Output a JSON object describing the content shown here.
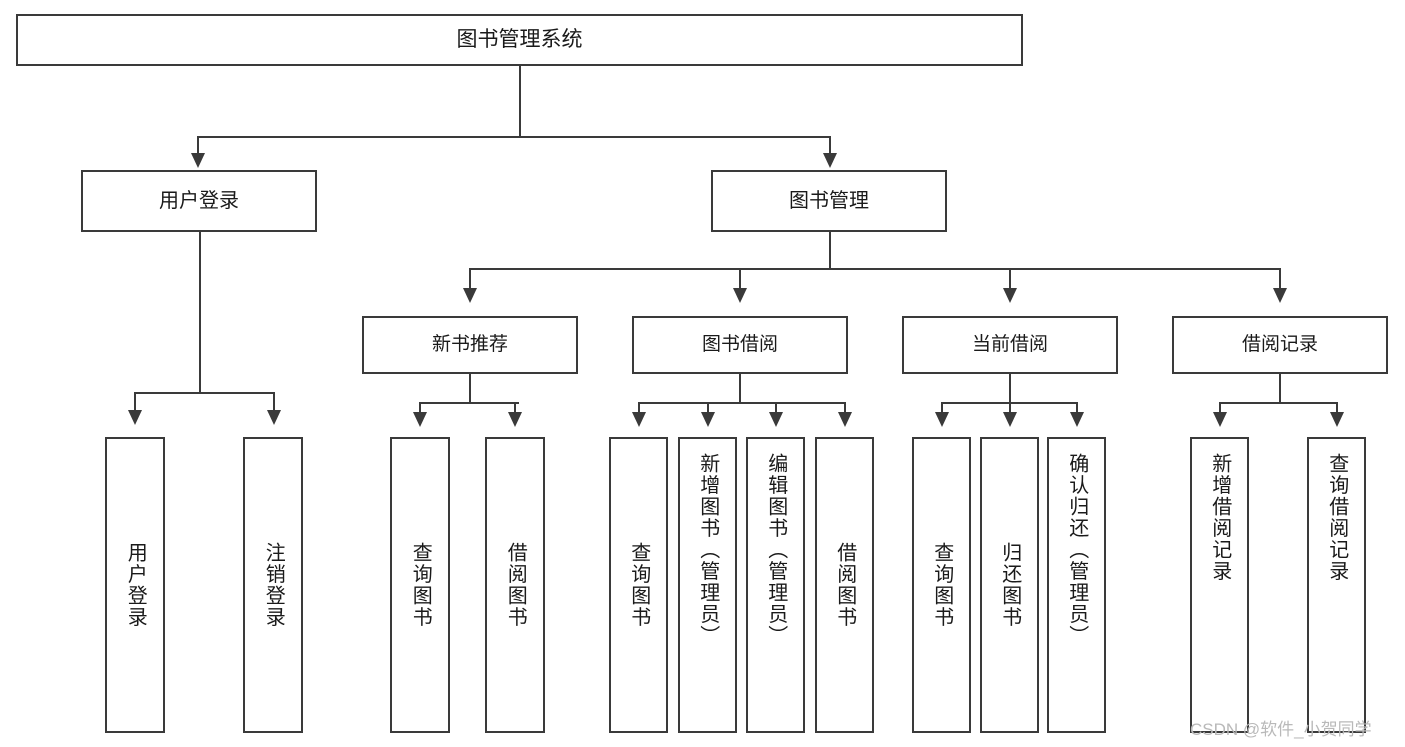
{
  "diagram": {
    "title": "图书管理系统",
    "root": {
      "label": "图书管理系统"
    },
    "level2": [
      {
        "label": "用户登录"
      },
      {
        "label": "图书管理"
      }
    ],
    "level3": [
      {
        "label": "新书推荐"
      },
      {
        "label": "图书借阅"
      },
      {
        "label": "当前借阅"
      },
      {
        "label": "借阅记录"
      }
    ],
    "leaves": [
      {
        "label": "用户登录",
        "parent": "用户登录"
      },
      {
        "label": "注销登录",
        "parent": "用户登录"
      },
      {
        "label": "查询图书",
        "parent": "新书推荐"
      },
      {
        "label": "借阅图书",
        "parent": "新书推荐"
      },
      {
        "label": "查询图书",
        "parent": "图书借阅"
      },
      {
        "label": "新增图书（管理员）",
        "parent": "图书借阅"
      },
      {
        "label": "编辑图书（管理员）",
        "parent": "图书借阅"
      },
      {
        "label": "借阅图书",
        "parent": "图书借阅"
      },
      {
        "label": "查询图书",
        "parent": "当前借阅"
      },
      {
        "label": "归还图书",
        "parent": "当前借阅"
      },
      {
        "label": "确认归还（管理员）",
        "parent": "当前借阅"
      },
      {
        "label": "新增借阅记录",
        "parent": "借阅记录"
      },
      {
        "label": "查询借阅记录",
        "parent": "借阅记录"
      }
    ]
  },
  "watermark": {
    "text": "CSDN @软件_小贺同学"
  },
  "colors": {
    "stroke": "#3a3a3a",
    "background": "#ffffff",
    "text": "#1a1a1a",
    "watermark": "#b9b9b9"
  }
}
